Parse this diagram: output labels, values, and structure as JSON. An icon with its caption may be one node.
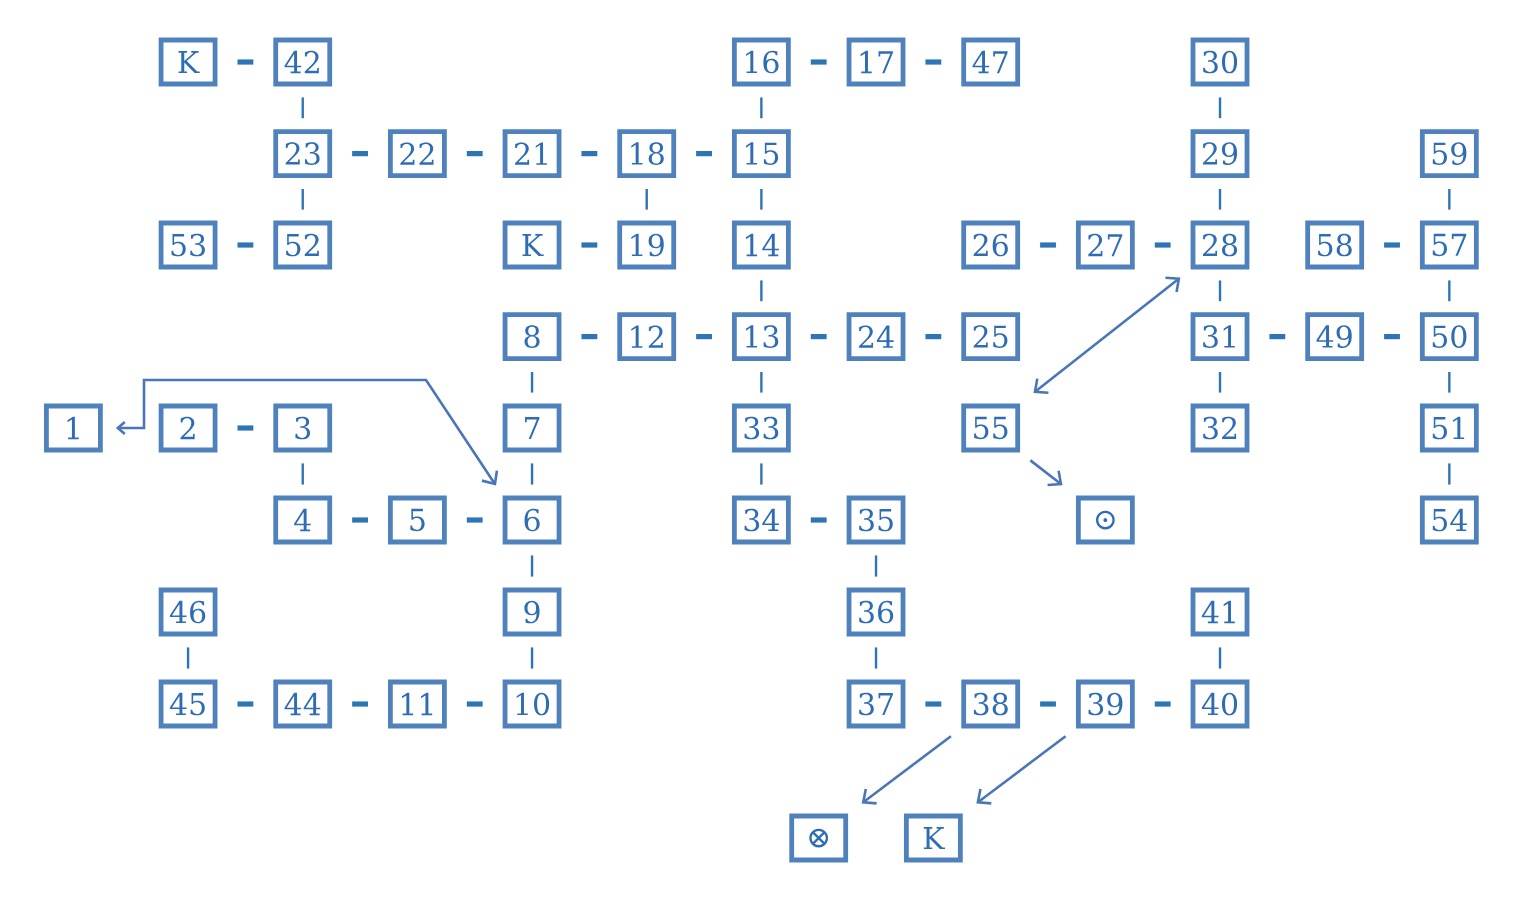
{
  "diagram": {
    "nodes": [
      {
        "text": [
          "K"
        ]
      },
      {
        "text": [
          "42"
        ]
      },
      {
        "text": [
          "16"
        ]
      },
      {
        "text": [
          "17"
        ]
      },
      {
        "text": [
          "47"
        ]
      },
      {
        "text": [
          "30"
        ]
      },
      {
        "text": [
          "23"
        ]
      },
      {
        "text": [
          "22"
        ]
      },
      {
        "text": [
          "21"
        ]
      },
      {
        "text": [
          "18"
        ]
      },
      {
        "text": [
          "15"
        ]
      },
      {
        "text": [
          "29"
        ]
      },
      {
        "text": [
          "59"
        ]
      },
      {
        "text": [
          "53"
        ]
      },
      {
        "text": [
          "52"
        ]
      },
      {
        "text": [
          "K"
        ]
      },
      {
        "text": [
          "19"
        ]
      },
      {
        "text": [
          "14"
        ]
      },
      {
        "text": [
          "26"
        ]
      },
      {
        "text": [
          "27"
        ]
      },
      {
        "text": [
          "28"
        ]
      },
      {
        "text": [
          "58"
        ]
      },
      {
        "text": [
          "57"
        ]
      },
      {
        "text": [
          "8"
        ]
      },
      {
        "text": [
          "12"
        ]
      },
      {
        "text": [
          "13"
        ]
      },
      {
        "text": [
          "24"
        ]
      },
      {
        "text": [
          "25"
        ]
      },
      {
        "text": [
          "31"
        ]
      },
      {
        "text": [
          "49"
        ]
      },
      {
        "text": [
          "50"
        ]
      },
      {
        "text": [
          "1"
        ]
      },
      {
        "text": [
          "2"
        ]
      },
      {
        "text": [
          "3"
        ]
      },
      {
        "text": [
          "7"
        ]
      },
      {
        "text": [
          "33"
        ]
      },
      {
        "text": [
          "55"
        ]
      },
      {
        "text": [
          "32"
        ]
      },
      {
        "text": [
          "51"
        ]
      },
      {
        "text": [
          "4"
        ]
      },
      {
        "text": [
          "5"
        ]
      },
      {
        "text": [
          "6"
        ]
      },
      {
        "text": [
          "34"
        ]
      },
      {
        "text": [
          "35"
        ]
      },
      {
        "text": [
          "⊙"
        ]
      },
      {
        "text": [
          "54"
        ]
      },
      {
        "text": [
          "46"
        ]
      },
      {
        "text": [
          "9"
        ]
      },
      {
        "text": [
          "36"
        ]
      },
      {
        "text": [
          "41"
        ]
      },
      {
        "text": [
          "45"
        ]
      },
      {
        "text": [
          "44"
        ]
      },
      {
        "text": [
          "11"
        ]
      },
      {
        "text": [
          "10"
        ]
      },
      {
        "text": [
          "37"
        ]
      },
      {
        "text": [
          "38"
        ]
      },
      {
        "text": [
          "39"
        ]
      },
      {
        "text": [
          "40"
        ]
      },
      {
        "text": [
          "⊗"
        ]
      },
      {
        "text": [
          "K"
        ]
      }
    ],
    "edges": [
      {
        "from": 0,
        "to": 1,
        "arrow": "none"
      },
      {
        "from": 2,
        "to": 3,
        "arrow": "none"
      },
      {
        "from": 3,
        "to": 4,
        "arrow": "none"
      },
      {
        "from": 1,
        "to": 6,
        "arrow": "none"
      },
      {
        "from": 2,
        "to": 10,
        "arrow": "none"
      },
      {
        "from": 5,
        "to": 11,
        "arrow": "none"
      },
      {
        "from": 6,
        "to": 7,
        "arrow": "none"
      },
      {
        "from": 7,
        "to": 8,
        "arrow": "none"
      },
      {
        "from": 8,
        "to": 9,
        "arrow": "none"
      },
      {
        "from": 9,
        "to": 10,
        "arrow": "none"
      },
      {
        "from": 6,
        "to": 14,
        "arrow": "none"
      },
      {
        "from": 9,
        "to": 16,
        "arrow": "none"
      },
      {
        "from": 10,
        "to": 17,
        "arrow": "none"
      },
      {
        "from": 11,
        "to": 20,
        "arrow": "none"
      },
      {
        "from": 12,
        "to": 22,
        "arrow": "none"
      },
      {
        "from": 13,
        "to": 14,
        "arrow": "none"
      },
      {
        "from": 15,
        "to": 16,
        "arrow": "none"
      },
      {
        "from": 18,
        "to": 19,
        "arrow": "none"
      },
      {
        "from": 19,
        "to": 20,
        "arrow": "none"
      },
      {
        "from": 21,
        "to": 22,
        "arrow": "none"
      },
      {
        "from": 17,
        "to": 25,
        "arrow": "none"
      },
      {
        "from": 20,
        "to": 28,
        "arrow": "none"
      },
      {
        "from": 22,
        "to": 30,
        "arrow": "none"
      },
      {
        "from": 23,
        "to": 24,
        "arrow": "none"
      },
      {
        "from": 24,
        "to": 25,
        "arrow": "none"
      },
      {
        "from": 25,
        "to": 26,
        "arrow": "none"
      },
      {
        "from": 26,
        "to": 27,
        "arrow": "none"
      },
      {
        "from": 28,
        "to": 29,
        "arrow": "none"
      },
      {
        "from": 29,
        "to": 30,
        "arrow": "none"
      },
      {
        "from": 23,
        "to": 34,
        "arrow": "none"
      },
      {
        "from": 25,
        "to": 35,
        "arrow": "none"
      },
      {
        "from": 28,
        "to": 37,
        "arrow": "none"
      },
      {
        "from": 30,
        "to": 38,
        "arrow": "none"
      },
      {
        "from": 20,
        "to": 36,
        "arrow": "both"
      },
      {
        "from": 32,
        "to": 33,
        "arrow": "none"
      },
      {
        "from": 31,
        "to": 41,
        "arrow": "both"
      },
      {
        "from": 33,
        "to": 39,
        "arrow": "none"
      },
      {
        "from": 34,
        "to": 41,
        "arrow": "none"
      },
      {
        "from": 35,
        "to": 42,
        "arrow": "none"
      },
      {
        "from": 38,
        "to": 45,
        "arrow": "none"
      },
      {
        "from": 36,
        "to": 44,
        "arrow": "to"
      },
      {
        "from": 39,
        "to": 40,
        "arrow": "none"
      },
      {
        "from": 40,
        "to": 41,
        "arrow": "none"
      },
      {
        "from": 42,
        "to": 43,
        "arrow": "none"
      },
      {
        "from": 41,
        "to": 47,
        "arrow": "none"
      },
      {
        "from": 43,
        "to": 48,
        "arrow": "none"
      },
      {
        "from": 46,
        "to": 50,
        "arrow": "none"
      },
      {
        "from": 47,
        "to": 53,
        "arrow": "none"
      },
      {
        "from": 48,
        "to": 54,
        "arrow": "none"
      },
      {
        "from": 49,
        "to": 57,
        "arrow": "none"
      },
      {
        "from": 50,
        "to": 51,
        "arrow": "none"
      },
      {
        "from": 51,
        "to": 52,
        "arrow": "none"
      },
      {
        "from": 52,
        "to": 53,
        "arrow": "none"
      },
      {
        "from": 54,
        "to": 55,
        "arrow": "none"
      },
      {
        "from": 55,
        "to": 56,
        "arrow": "none"
      },
      {
        "from": 56,
        "to": 57,
        "arrow": "none"
      },
      {
        "from": 55,
        "to": 58,
        "arrow": "to"
      },
      {
        "from": 56,
        "to": 59,
        "arrow": "to"
      }
    ]
  }
}
